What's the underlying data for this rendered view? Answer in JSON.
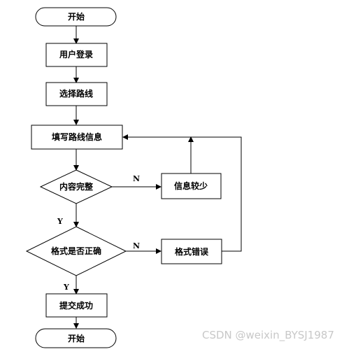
{
  "nodes": {
    "start": "开始",
    "login": "用户登录",
    "select_route": "选择路线",
    "fill_info": "填写路线信息",
    "content_complete": "内容完整",
    "info_less": "信息较少",
    "format_correct": "格式是否正确",
    "format_error": "格式错误",
    "submit_success": "提交成功",
    "end": "开始"
  },
  "edge_labels": {
    "content_no": "N",
    "content_yes": "Y",
    "format_no": "N",
    "format_yes": "Y"
  },
  "watermark": "CSDN @weixin_BYSJ1987"
}
